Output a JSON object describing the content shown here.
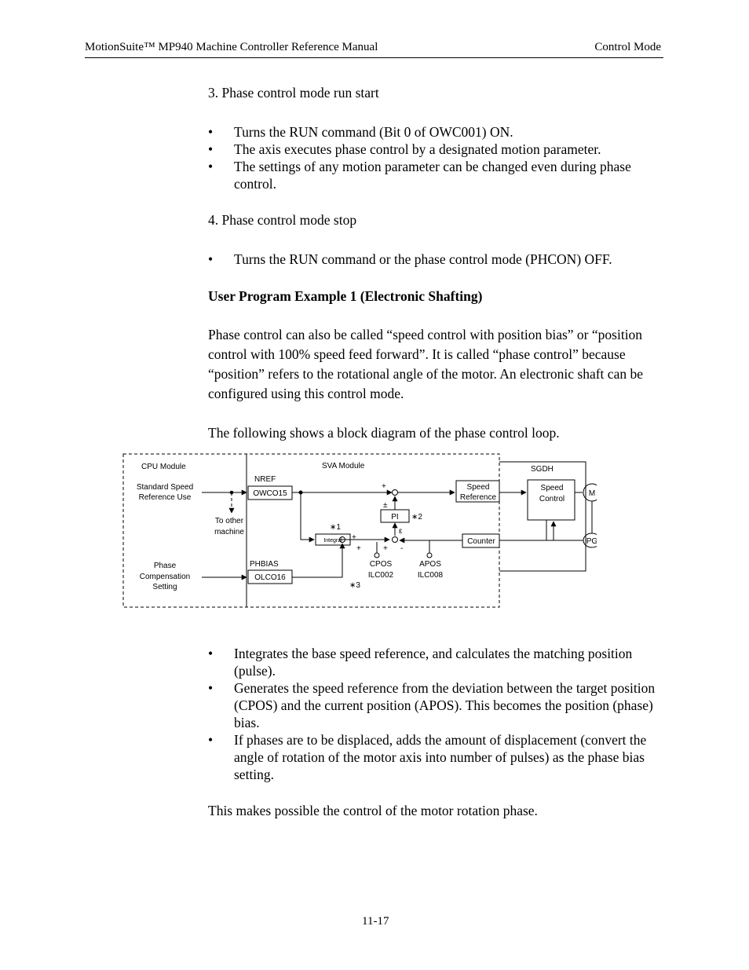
{
  "header": {
    "left": "MotionSuite™ MP940 Machine Controller Reference Manual",
    "right": "Control Mode"
  },
  "section3": {
    "title": "3. Phase control mode run start",
    "bullets": [
      "Turns the RUN command (Bit 0 of OWC001) ON.",
      "The axis executes phase control by a designated motion parameter.",
      "The settings of any motion parameter can be changed even during phase control."
    ]
  },
  "section4": {
    "title": "4. Phase control mode stop",
    "bullets": [
      "Turns the RUN command or the phase control mode (PHCON) OFF."
    ]
  },
  "example": {
    "heading": "User Program Example 1 (Electronic Shafting)",
    "paragraph": "Phase control can also be called “speed control with position bias” or “position control with 100% speed feed forward”.  It is called “phase control” because “position” refers to the rotational angle of the motor.  An electronic shaft can be configured using this control mode.",
    "diagram_intro": "The following shows a block diagram of the phase control loop."
  },
  "diagram": {
    "cpu_module": "CPU Module",
    "std_speed_1": "Standard Speed",
    "std_speed_2": "Reference Use",
    "to_other_1": "To other",
    "to_other_2": "machine",
    "phase_comp_1": "Phase",
    "phase_comp_2": "Compensation",
    "phase_comp_3": "Setting",
    "sva_module": "SVA Module",
    "nref": "NREF",
    "owco15": "OWCO15",
    "phbias": "PHBIAS",
    "olco16": "OLCO16",
    "integral": "Integral",
    "pi": "PI",
    "note1": "∗1",
    "note2": "∗2",
    "note3": "∗3",
    "plus": "+",
    "plusminus": "±",
    "minus": "-",
    "epsilon": "ε",
    "cpos": "CPOS",
    "ilc002": "ILC002",
    "apos": "APOS",
    "ilc008": "ILC008",
    "speed_ref_1": "Speed",
    "speed_ref_2": "Reference",
    "counter": "Counter",
    "sgdh": "SGDH",
    "speed_ctrl_1": "Speed",
    "speed_ctrl_2": "Control",
    "motor": "M",
    "pg": "PG"
  },
  "after_bullets": [
    "Integrates the base speed reference, and calculates the matching position (pulse).",
    "Generates the speed reference from the deviation between the target position (CPOS) and the current position (APOS). This becomes the position (phase) bias.",
    "If phases are to be displaced, adds the amount of displacement (convert the angle of rotation of the motor axis into number of pulses) as the phase bias setting."
  ],
  "closing": "This makes possible the control of the motor rotation phase.",
  "footer": {
    "page": "11-17"
  }
}
